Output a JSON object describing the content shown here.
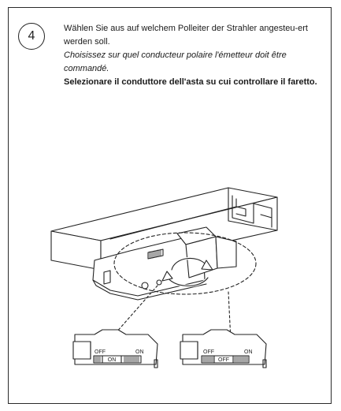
{
  "step": {
    "number": "4"
  },
  "instructions": {
    "de": "Wählen Sie aus auf welchem Polleiter der Strahler angesteu-ert werden soll.",
    "fr": "Choisissez sur quel conducteur polaire l'émetteur doit être commandé.",
    "it": "Selezionare il conduttore dell'asta su cui controllare il faretto."
  },
  "diagram": {
    "switch_left": {
      "off_label": "OFF",
      "on_label": "ON",
      "selected": "ON"
    },
    "switch_right": {
      "off_label": "OFF",
      "on_label": "ON",
      "selected": "OFF"
    }
  }
}
